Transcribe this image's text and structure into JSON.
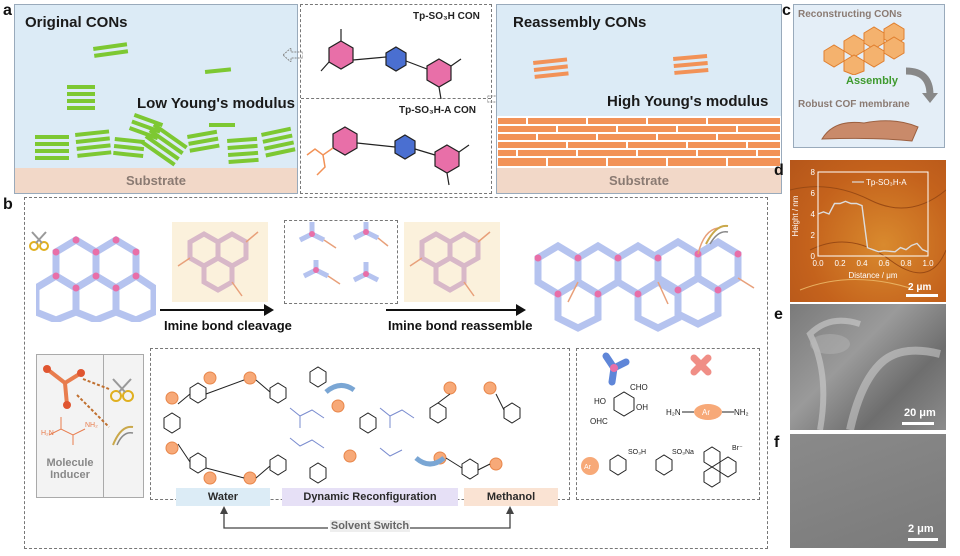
{
  "panels": {
    "a": "a",
    "b": "b",
    "c": "c",
    "d": "d",
    "e": "e",
    "f": "f"
  },
  "panel_a": {
    "left_title": "Original CONs",
    "left_modulus": "Low Young's modulus",
    "substrate": "Substrate",
    "con1": "Tp-SO₃H CON",
    "con2": "Tp-SO₃H-A CON",
    "right_title": "Reassembly CONs",
    "right_modulus": "High Young's modulus"
  },
  "panel_b": {
    "step1": "Imine bond cleavage",
    "step2": "Imine bond reassemble",
    "inducer": "Molecule\nInducer",
    "water": "Water",
    "dynamic": "Dynamic Reconfiguration",
    "methanol": "Methanol",
    "solvent_switch": "Solvent Switch",
    "monomer_labels": {
      "cho": "CHO",
      "ho": "HO",
      "oh": "OH",
      "ohc": "OHC",
      "h2n": "H₂N",
      "nh2": "NH₂",
      "ar": "Ar",
      "so3h": "SO₃H",
      "so3na": "SO₃Na",
      "br": "Br⁻"
    }
  },
  "panel_c": {
    "reconstructing": "Reconstructing CONs",
    "assembly": "Assembly",
    "membrane": "Robust COF membrane"
  },
  "panel_d": {
    "ylabel": "Height / nm",
    "xlabel": "Distance / μm",
    "legend": "Tp-SO₃H-A",
    "scale": "2 μm",
    "yticks": [
      "0",
      "2",
      "4",
      "6",
      "8"
    ],
    "xticks": [
      "0.0",
      "0.2",
      "0.4",
      "0.6",
      "0.8",
      "1.0"
    ]
  },
  "panel_e": {
    "scale": "20 μm"
  },
  "panel_f": {
    "scale": "2 μm"
  },
  "colors": {
    "green": "#7dc832",
    "orange": "#f29257",
    "pink": "#e86fa8",
    "blue": "#4a6fd1",
    "substrate": "#f2d8c8",
    "skyblue": "#dcebf6"
  }
}
